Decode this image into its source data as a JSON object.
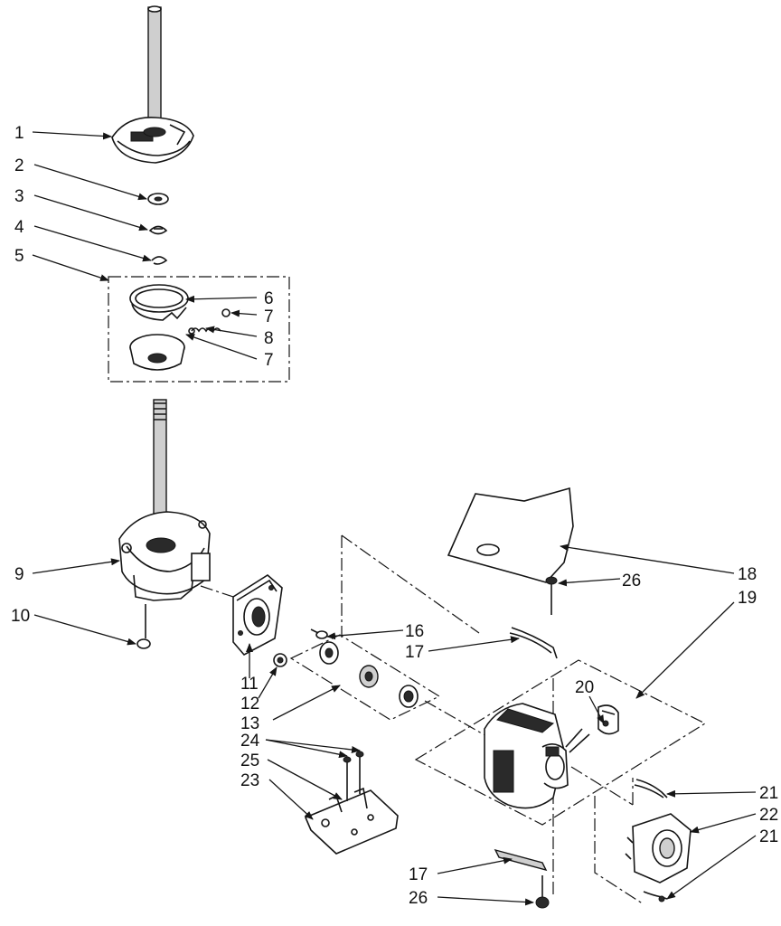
{
  "callouts": [
    {
      "id": "c1",
      "text": "1"
    },
    {
      "id": "c2",
      "text": "2"
    },
    {
      "id": "c3",
      "text": "3"
    },
    {
      "id": "c4",
      "text": "4"
    },
    {
      "id": "c5",
      "text": "5"
    },
    {
      "id": "c6",
      "text": "6"
    },
    {
      "id": "c7a",
      "text": "7"
    },
    {
      "id": "c8",
      "text": "8"
    },
    {
      "id": "c7b",
      "text": "7"
    },
    {
      "id": "c9",
      "text": "9"
    },
    {
      "id": "c10",
      "text": "10"
    },
    {
      "id": "c11",
      "text": "11"
    },
    {
      "id": "c12",
      "text": "12"
    },
    {
      "id": "c13",
      "text": "13"
    },
    {
      "id": "c16",
      "text": "16"
    },
    {
      "id": "c17a",
      "text": "17"
    },
    {
      "id": "c18",
      "text": "18"
    },
    {
      "id": "c19",
      "text": "19"
    },
    {
      "id": "c20",
      "text": "20"
    },
    {
      "id": "c21a",
      "text": "21"
    },
    {
      "id": "c22",
      "text": "22"
    },
    {
      "id": "c21b",
      "text": "21"
    },
    {
      "id": "c23",
      "text": "23"
    },
    {
      "id": "c24",
      "text": "24"
    },
    {
      "id": "c25",
      "text": "25"
    },
    {
      "id": "c26a",
      "text": "26"
    },
    {
      "id": "c17b",
      "text": "17"
    },
    {
      "id": "c26b",
      "text": "26"
    }
  ]
}
